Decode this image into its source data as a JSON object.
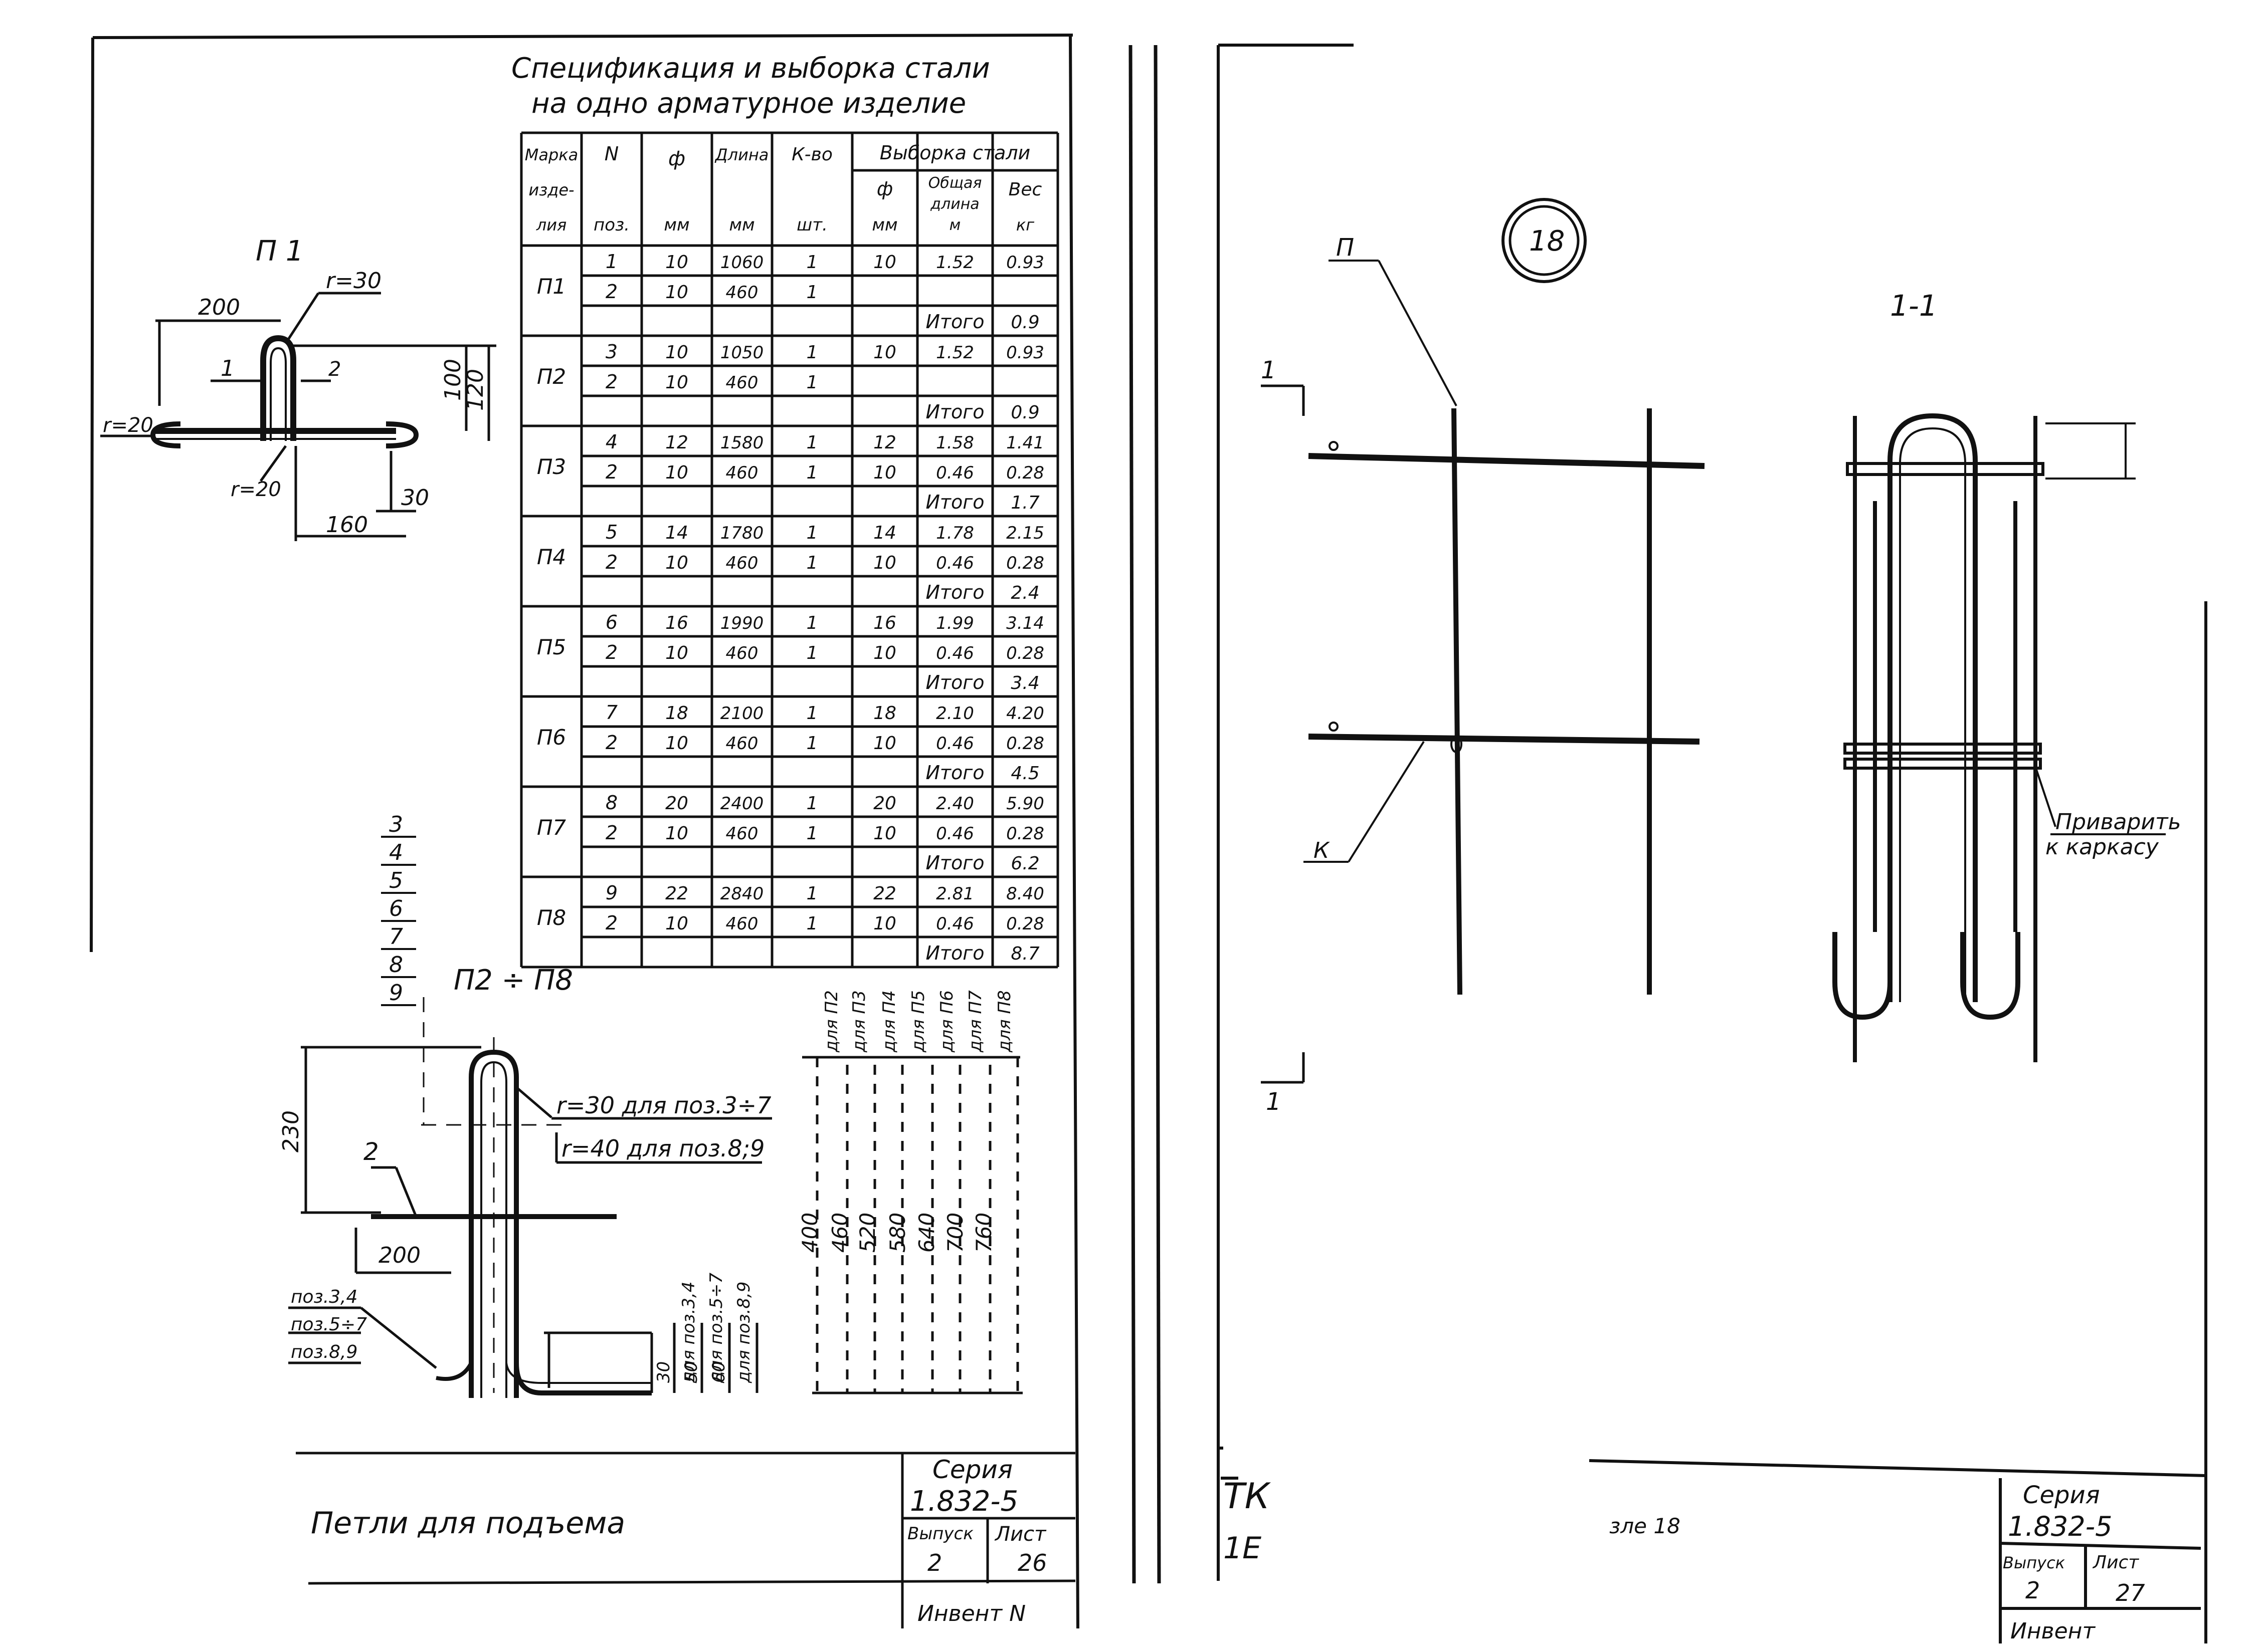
{
  "left_sheet": {
    "spec_title_line1": "Спецификация и выборка стали",
    "spec_title_line2": "на одно арматурное изделие",
    "table": {
      "header": {
        "mark": [
          "Марка",
          "изде-",
          "лия"
        ],
        "pos": [
          "N",
          "поз."
        ],
        "dia": [
          "ф",
          "мм"
        ],
        "length": [
          "Длина",
          "мм"
        ],
        "qty": [
          "К-во",
          "шт."
        ],
        "selection": "Выборка стали",
        "sel_dia": [
          "ф",
          "мм"
        ],
        "sel_total_length": [
          "Общая",
          "длина",
          "м"
        ],
        "sel_weight": [
          "Вес",
          "кг"
        ]
      },
      "total_label": "Итого",
      "groups": [
        {
          "mark": "П1",
          "rows": [
            {
              "pos": "1",
              "dia": "10",
              "length": "1060",
              "qty": "1",
              "sdia": "10",
              "slen": "1.52",
              "weight": "0.93"
            },
            {
              "pos": "2",
              "dia": "10",
              "length": "460",
              "qty": "1",
              "sdia": "",
              "slen": "",
              "weight": ""
            }
          ],
          "total": "0.9"
        },
        {
          "mark": "П2",
          "rows": [
            {
              "pos": "3",
              "dia": "10",
              "length": "1050",
              "qty": "1",
              "sdia": "10",
              "slen": "1.52",
              "weight": "0.93"
            },
            {
              "pos": "2",
              "dia": "10",
              "length": "460",
              "qty": "1",
              "sdia": "",
              "slen": "",
              "weight": ""
            }
          ],
          "total": "0.9"
        },
        {
          "mark": "П3",
          "rows": [
            {
              "pos": "4",
              "dia": "12",
              "length": "1580",
              "qty": "1",
              "sdia": "12",
              "slen": "1.58",
              "weight": "1.41"
            },
            {
              "pos": "2",
              "dia": "10",
              "length": "460",
              "qty": "1",
              "sdia": "10",
              "slen": "0.46",
              "weight": "0.28"
            }
          ],
          "total": "1.7"
        },
        {
          "mark": "П4",
          "rows": [
            {
              "pos": "5",
              "dia": "14",
              "length": "1780",
              "qty": "1",
              "sdia": "14",
              "slen": "1.78",
              "weight": "2.15"
            },
            {
              "pos": "2",
              "dia": "10",
              "length": "460",
              "qty": "1",
              "sdia": "10",
              "slen": "0.46",
              "weight": "0.28"
            }
          ],
          "total": "2.4"
        },
        {
          "mark": "П5",
          "rows": [
            {
              "pos": "6",
              "dia": "16",
              "length": "1990",
              "qty": "1",
              "sdia": "16",
              "slen": "1.99",
              "weight": "3.14"
            },
            {
              "pos": "2",
              "dia": "10",
              "length": "460",
              "qty": "1",
              "sdia": "10",
              "slen": "0.46",
              "weight": "0.28"
            }
          ],
          "total": "3.4"
        },
        {
          "mark": "П6",
          "rows": [
            {
              "pos": "7",
              "dia": "18",
              "length": "2100",
              "qty": "1",
              "sdia": "18",
              "slen": "2.10",
              "weight": "4.20"
            },
            {
              "pos": "2",
              "dia": "10",
              "length": "460",
              "qty": "1",
              "sdia": "10",
              "slen": "0.46",
              "weight": "0.28"
            }
          ],
          "total": "4.5"
        },
        {
          "mark": "П7",
          "rows": [
            {
              "pos": "8",
              "dia": "20",
              "length": "2400",
              "qty": "1",
              "sdia": "20",
              "slen": "2.40",
              "weight": "5.90"
            },
            {
              "pos": "2",
              "dia": "10",
              "length": "460",
              "qty": "1",
              "sdia": "10",
              "slen": "0.46",
              "weight": "0.28"
            }
          ],
          "total": "6.2"
        },
        {
          "mark": "П8",
          "rows": [
            {
              "pos": "9",
              "dia": "22",
              "length": "2840",
              "qty": "1",
              "sdia": "22",
              "slen": "2.81",
              "weight": "8.40"
            },
            {
              "pos": "2",
              "dia": "10",
              "length": "460",
              "qty": "1",
              "sdia": "10",
              "slen": "0.46",
              "weight": "0.28"
            }
          ],
          "total": "8.7"
        }
      ]
    },
    "p1": {
      "title": "П 1",
      "dim_200": "200",
      "r30": "r=30",
      "r20": "r=20",
      "r20b": "r=20",
      "dim_100": "100",
      "dim_120": "120",
      "dim_160": "160",
      "dim_30": "30",
      "pos1": "1",
      "pos2": "2"
    },
    "p2p8": {
      "title": "П2 ÷ П8",
      "pos_list": [
        "3",
        "4",
        "5",
        "6",
        "7",
        "8",
        "9"
      ],
      "dim_230": "230",
      "pos2": "2",
      "dim_200": "200",
      "note_r30": "r=30 для поз.3÷7",
      "note_r40": "r=40 для поз.8;9",
      "bend_labels": [
        "поз.3,4",
        "поз.5÷7",
        "поз.8,9"
      ],
      "col_labels": [
        "для П2",
        "для П3",
        "для П4",
        "для П5",
        "для П6",
        "для П7",
        "для П8"
      ],
      "col_values": [
        "400",
        "460",
        "520",
        "580",
        "640",
        "700",
        "760"
      ],
      "tail_labels": [
        "для поз.3,4",
        "для поз.5÷7",
        "для поз.8,9"
      ],
      "tail_values": [
        "30",
        "50",
        "60"
      ]
    },
    "title_block": {
      "name": "Петли для подъема",
      "series_label": "Серия",
      "series": "1.832-5",
      "issue_label": "Выпуск",
      "sheet_label": "Лист",
      "issue": "2",
      "sheet": "26",
      "inv": "Инвент N"
    }
  },
  "right_sheet": {
    "circle_num": "18",
    "section_title": "1-1",
    "label_p": "П",
    "label_k": "К",
    "cut_top": "1",
    "cut_bottom": "1",
    "weld_note_line1": "Приварить",
    "weld_note_line2": "к каркасу",
    "left_fragment_1": "ТК",
    "left_fragment_2": "1Е",
    "title_fragment": "зле 18",
    "title_block": {
      "series_label": "Серия",
      "series": "1.832-5",
      "issue_label": "Выпуск",
      "sheet_label": "Лист",
      "issue": "2",
      "sheet": "27",
      "inv": "Инвент"
    }
  }
}
